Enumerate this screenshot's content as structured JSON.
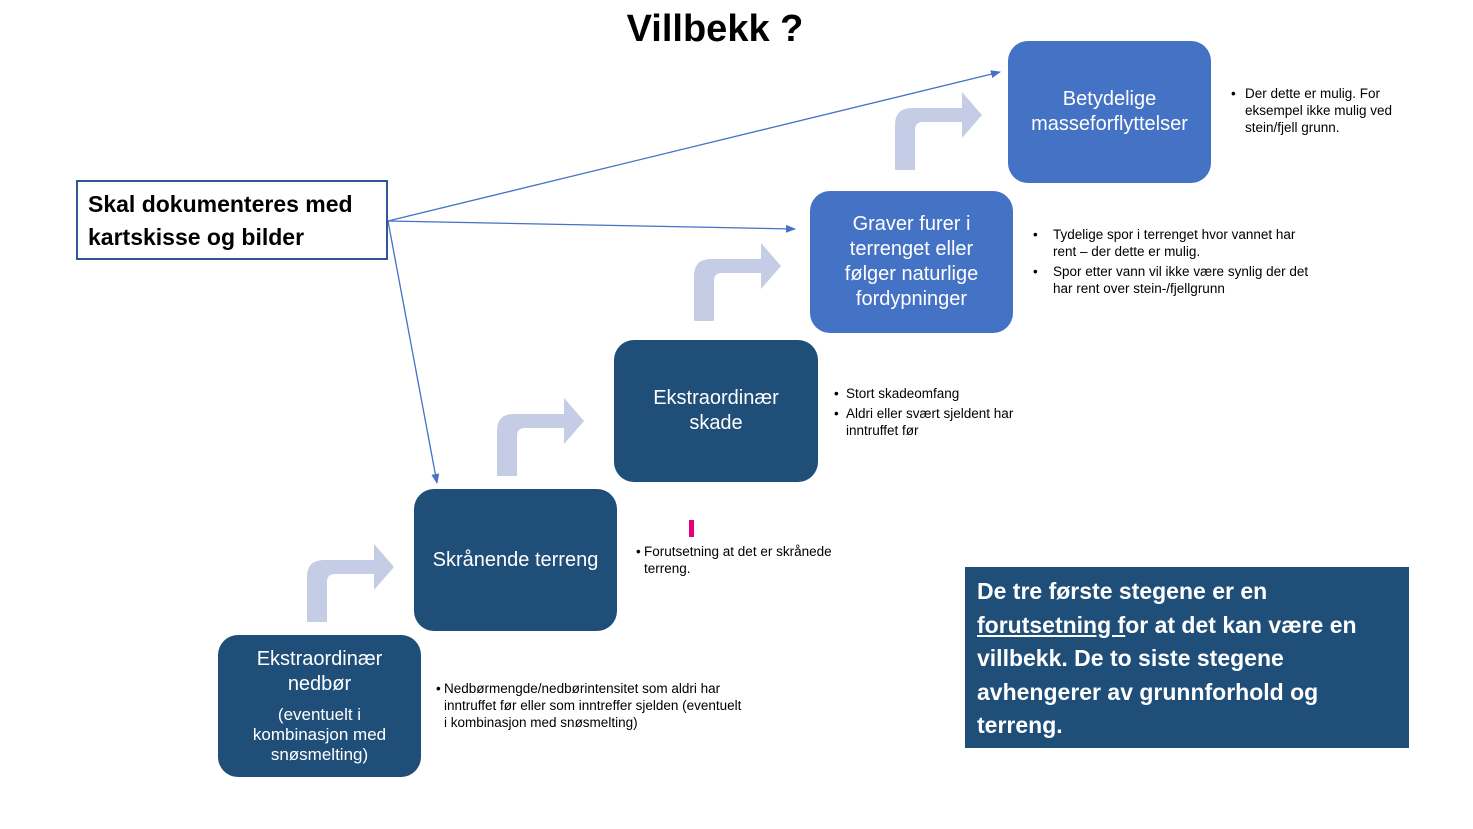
{
  "title": "Villbekk ?",
  "documentation_box": {
    "line1": "Skal dokumenteres med",
    "line2": "kartskisse og bilder"
  },
  "steps": [
    {
      "label_line1": "Ekstraordinær",
      "label_line2": "nedbør",
      "sublabel": "(eventuelt i kombinasjon med snøsmelting)"
    },
    {
      "label": "Skrånende terreng"
    },
    {
      "label_line1": "Ekstraordinær",
      "label_line2": "skade"
    },
    {
      "label": "Graver furer i terrenget eller følger naturlige fordypninger"
    },
    {
      "label": "Betydelige masseforflyttelser"
    }
  ],
  "notes": {
    "step1": [
      "Nedbørmengde/nedbørintensitet som aldri har inntruffet før eller som inntreffer sjelden (eventuelt i kombinasjon med snøsmelting)"
    ],
    "step2": [
      "Forutsetning at det er skrånede terreng."
    ],
    "step3": [
      "Stort skadeomfang",
      "Aldri eller svært sjeldent har inntruffet før"
    ],
    "step4": [
      "Tydelige spor i terrenget hvor vannet har rent – der dette er mulig.",
      "Spor etter vann vil ikke være synlig der det har rent over stein-/fjellgrunn"
    ],
    "step5": [
      "Der dette er mulig. For eksempel ikke mulig ved stein/fjell grunn."
    ]
  },
  "summary": {
    "part1": "De tre første stegene er en ",
    "underlined": "forutsetning f",
    "part2": "or at det kan være en villbekk. De to siste stegene avhengerer av grunnforhold og terreng."
  },
  "colors": {
    "dark_box": "#1f4e79",
    "mid_box": "#4472c4",
    "turn_arrow": "#c5cde6",
    "connector": "#4472c4",
    "marker": "#e6007e"
  }
}
